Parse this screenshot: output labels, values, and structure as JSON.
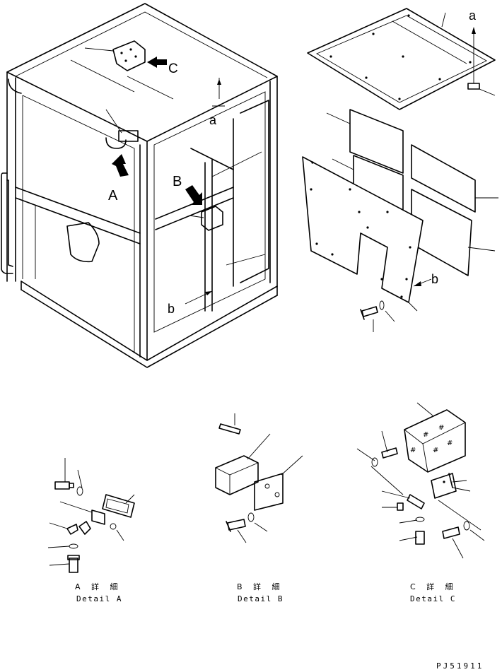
{
  "labels": {
    "view_a": "A",
    "view_b": "B",
    "view_c": "C",
    "ref_a_cab": "a",
    "ref_b_cab": "b",
    "ref_a_top": "a",
    "ref_b_panel": "b"
  },
  "details": {
    "a": {
      "jp": "A 詳 細",
      "en": "Detail A"
    },
    "b": {
      "jp": "B 詳 細",
      "en": "Detail B"
    },
    "c": {
      "jp": "C 詳 細",
      "en": "Detail C"
    }
  },
  "drawing_code": "PJ51911"
}
